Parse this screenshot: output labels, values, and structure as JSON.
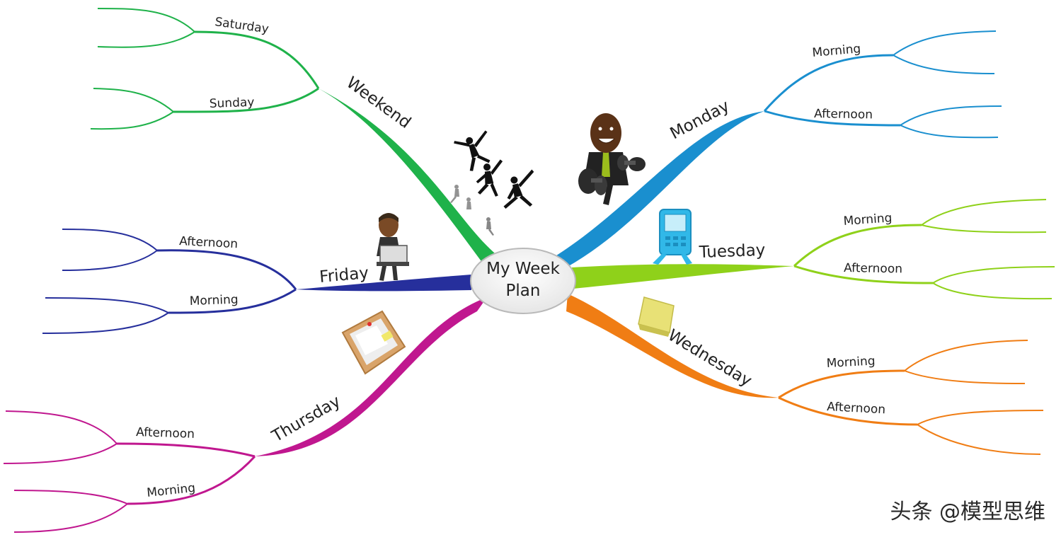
{
  "center": {
    "line1": "My Week",
    "line2": "Plan"
  },
  "branches": [
    {
      "id": "weekend",
      "label": "Weekend",
      "color": "#1fb24a",
      "subs": [
        "Saturday",
        "Sunday"
      ]
    },
    {
      "id": "monday",
      "label": "Monday",
      "color": "#1a8fcf",
      "subs": [
        "Morning",
        "Afternoon"
      ]
    },
    {
      "id": "tuesday",
      "label": "Tuesday",
      "color": "#8fd11a",
      "subs": [
        "Morning",
        "Afternoon"
      ]
    },
    {
      "id": "wednesday",
      "label": "Wednesday",
      "color": "#f07d14",
      "subs": [
        "Morning",
        "Afternoon"
      ]
    },
    {
      "id": "thursday",
      "label": "Thursday",
      "color": "#c0178f",
      "subs": [
        "Afternoon",
        "Morning"
      ]
    },
    {
      "id": "friday",
      "label": "Friday",
      "color": "#262f9c",
      "subs": [
        "Afternoon",
        "Morning"
      ]
    }
  ],
  "watermark": "头条 @模型思维",
  "icons": {
    "weekend": "jumping-people-icon",
    "monday": "businessman-dumbbells-icon",
    "tuesday": "mobile-phone-icon",
    "wednesday": "sticky-note-icon",
    "thursday": "clipboard-icon",
    "friday": "woman-laptop-icon"
  }
}
